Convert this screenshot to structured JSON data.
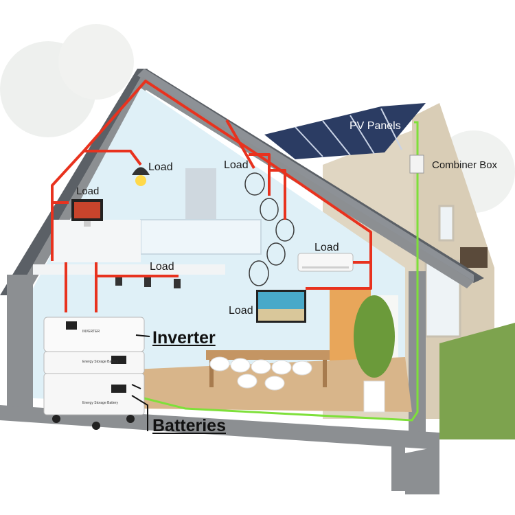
{
  "labels": {
    "load_lamp": "Load",
    "load_lights": "Load",
    "load_monitor": "Load",
    "load_ceiling": "Load",
    "load_ac": "Load",
    "load_tv": "Load",
    "pv_panels": "PV Panels",
    "combiner_box": "Combiner Box",
    "inverter": "Inverter",
    "batteries": "Batteries"
  },
  "device_text": {
    "inverter_panel": "INVERTER",
    "battery_1": "Energy Storage Battery",
    "battery_2": "Energy Storage Battery"
  },
  "colors": {
    "ac_wiring": "#e8321e",
    "dc_wiring": "#7ee03a",
    "roof": "#555a60",
    "wall_section": "#8c8f92",
    "interior_wall": "#dff0f7",
    "stone": "#d9cdb6",
    "floor": "#d8b58a"
  }
}
